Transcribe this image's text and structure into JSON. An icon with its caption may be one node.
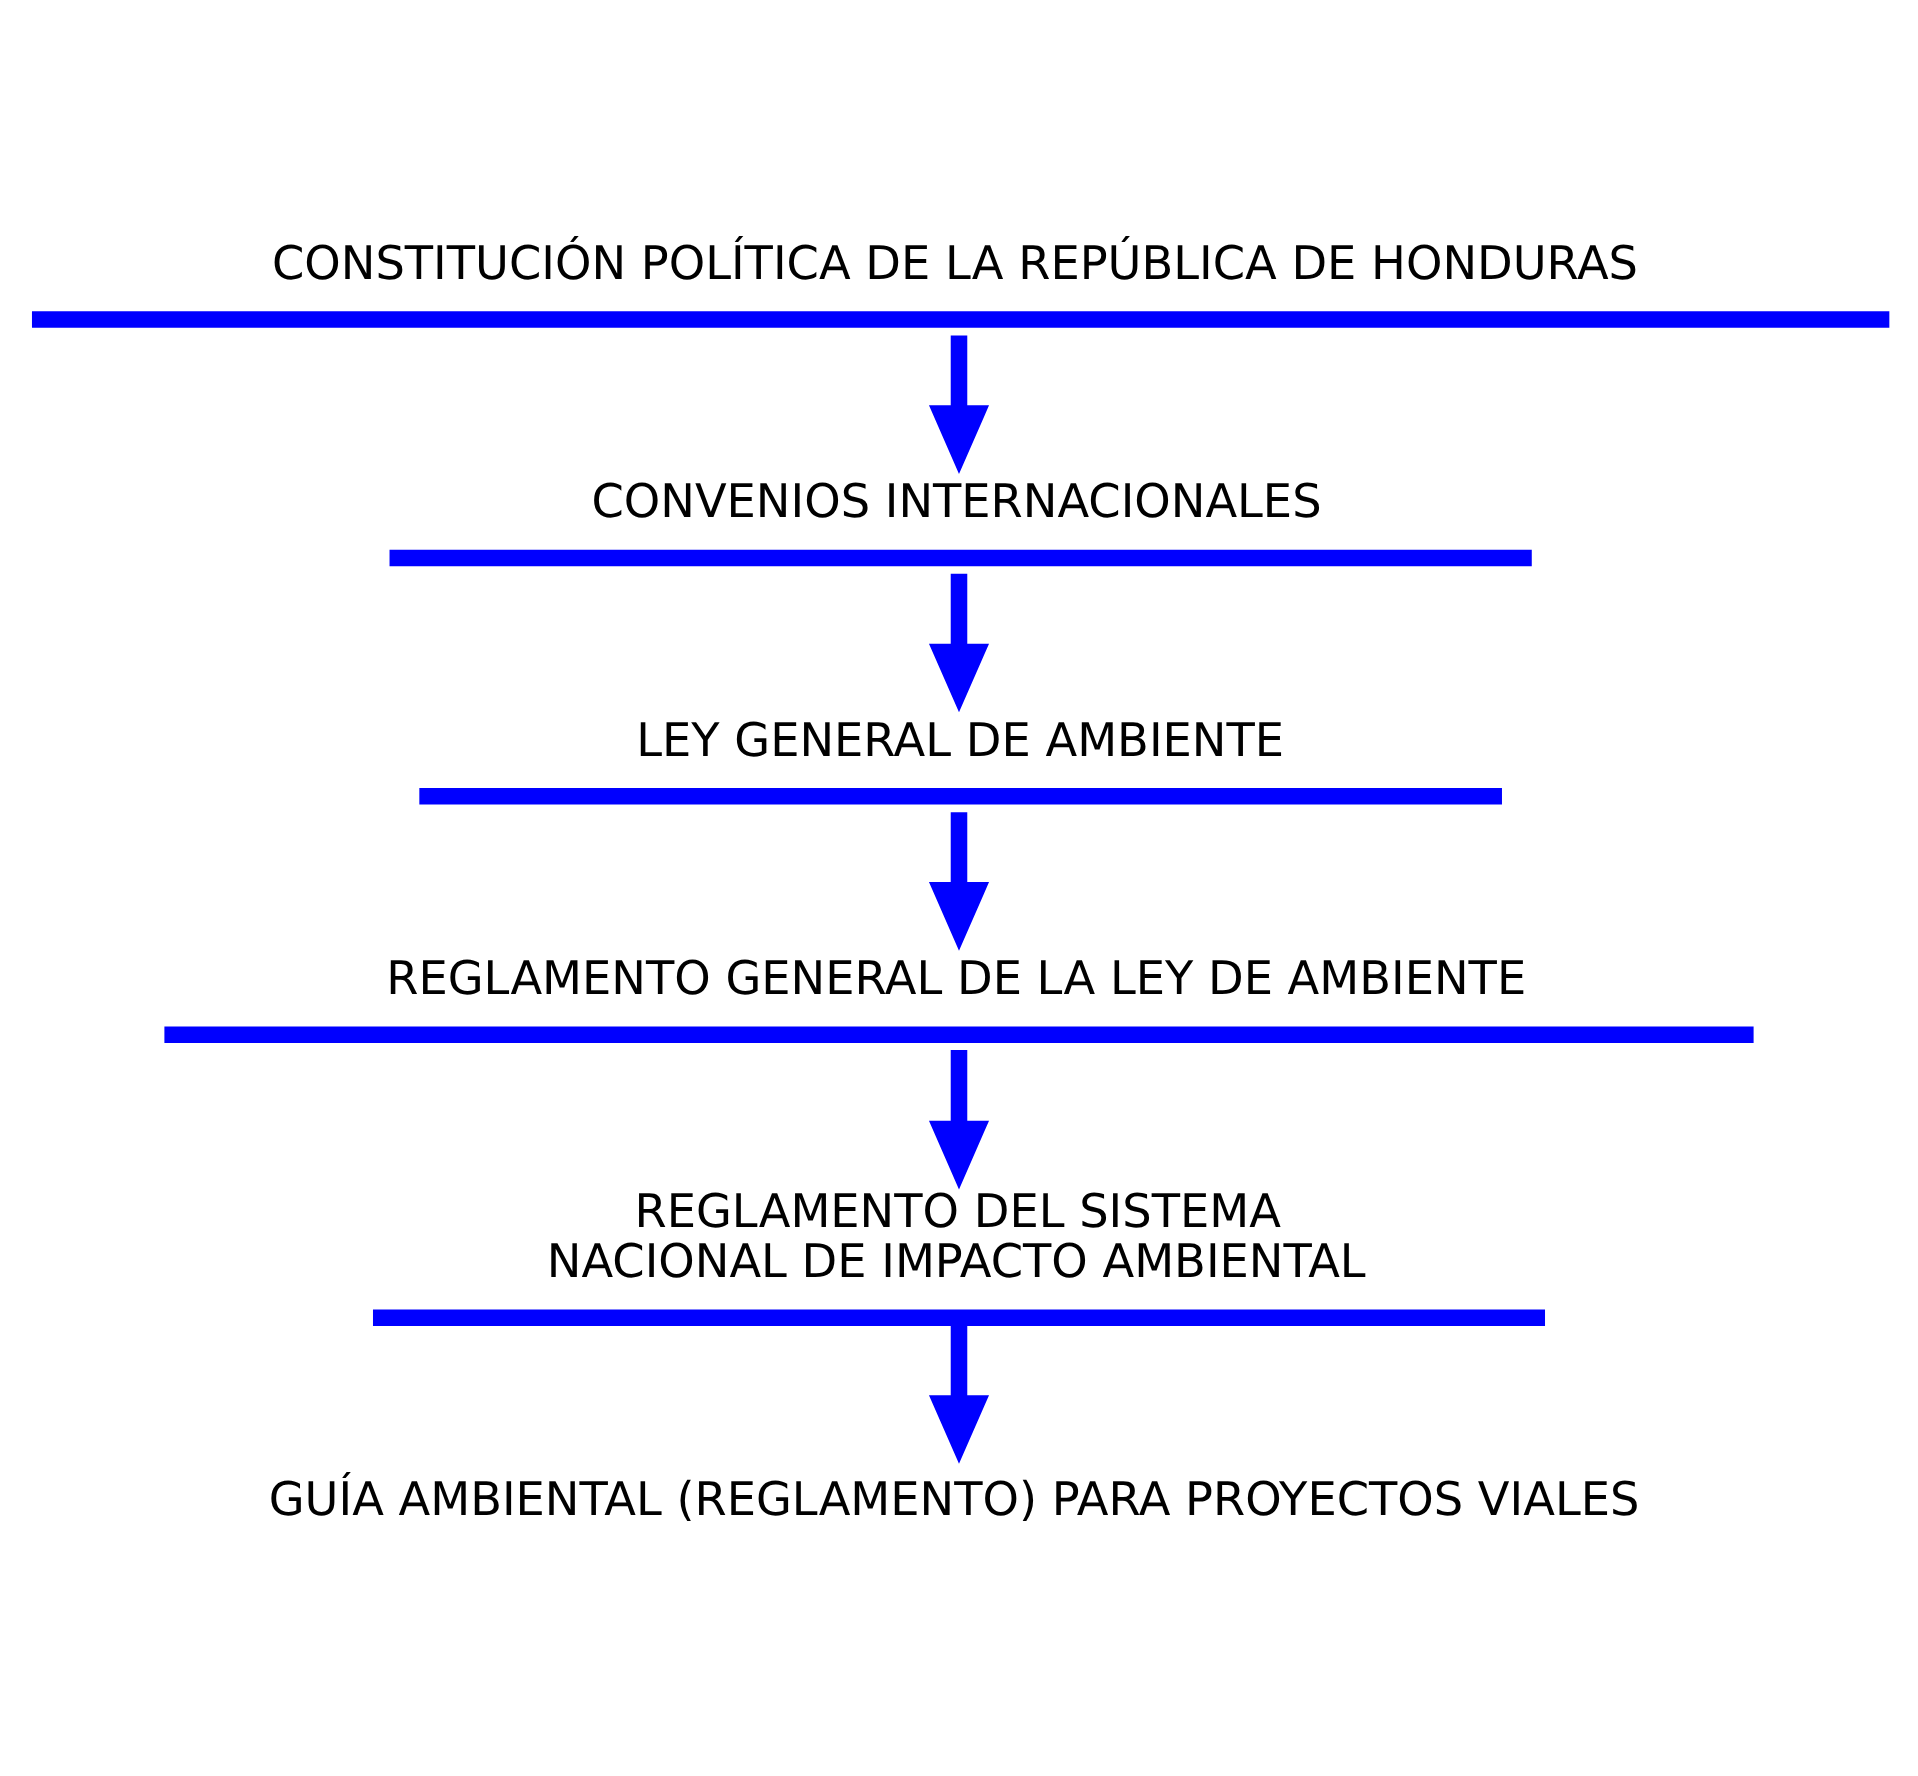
{
  "diagram": {
    "nodes": [
      {
        "text": [
          "CONSTITUCIÓN POLÍTICA DE LA REPÚBLICA DE HONDURAS"
        ]
      },
      {
        "text": [
          "CONVENIOS INTERNACIONALES"
        ]
      },
      {
        "text": [
          "LEY GENERAL DE AMBIENTE"
        ]
      },
      {
        "text": [
          "REGLAMENTO GENERAL DE LA LEY DE AMBIENTE"
        ]
      },
      {
        "text": [
          "REGLAMENTO DEL SISTEMA NACIONAL DE IMPACTO AMBIENTAL"
        ]
      },
      {
        "text": [
          "GUÍA AMBIENTAL (REGLAMENTO) PARA PROYECTOS VIALES"
        ]
      }
    ],
    "edges": [
      {
        "from": 0,
        "to": 1,
        "arrow": "to"
      },
      {
        "from": 1,
        "to": 2,
        "arrow": "to"
      },
      {
        "from": 2,
        "to": 3,
        "arrow": "to"
      },
      {
        "from": 3,
        "to": 4,
        "arrow": "to"
      },
      {
        "from": 4,
        "to": 5,
        "arrow": "to"
      }
    ]
  }
}
